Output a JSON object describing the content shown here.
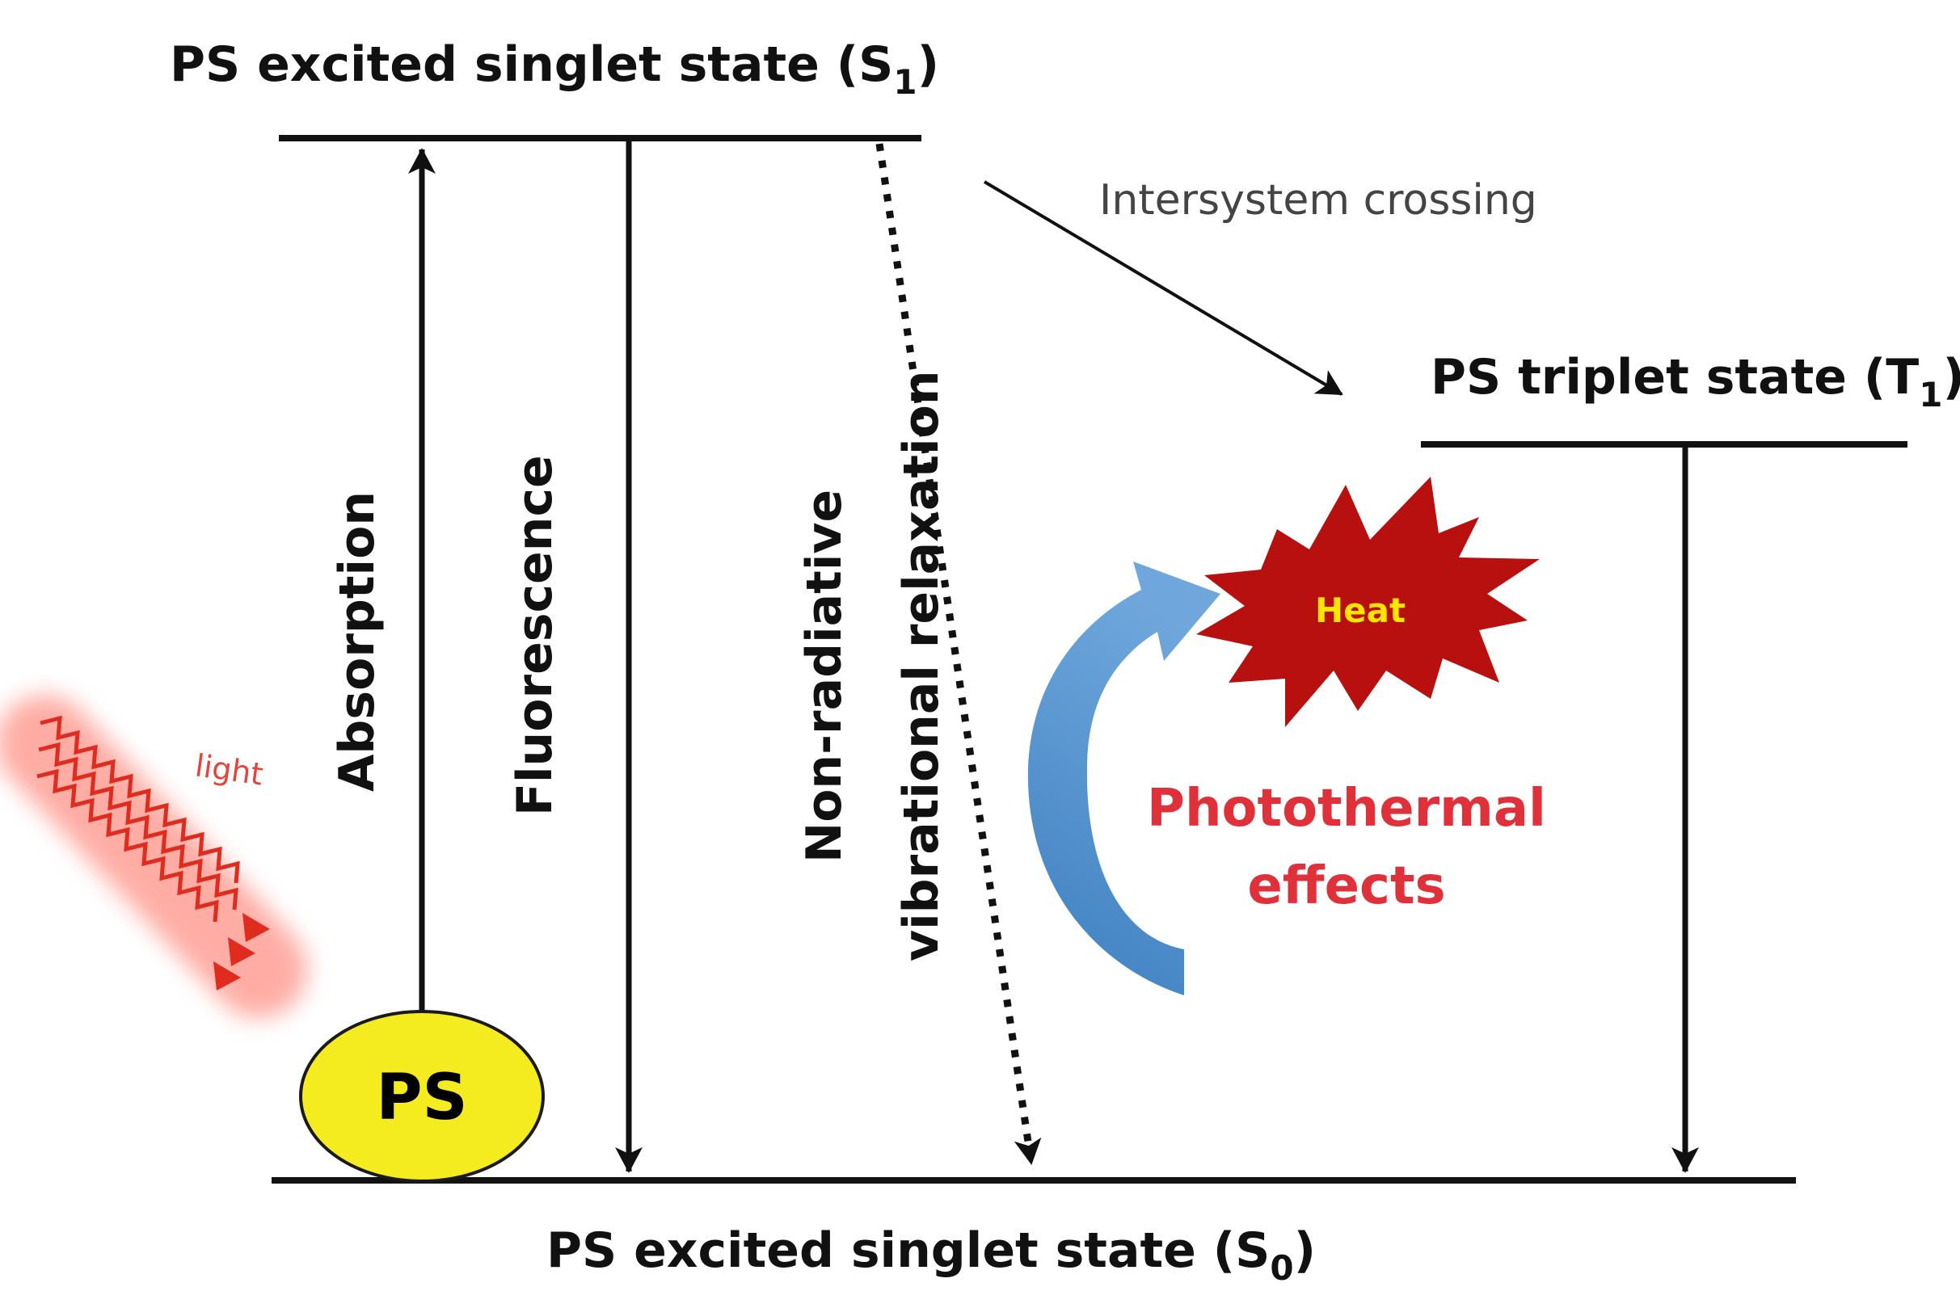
{
  "labels": {
    "s1_prefix": "PS excited singlet state (S",
    "s1_sub": "1",
    "s1_suffix": ")",
    "s0_prefix": "PS excited singlet state (S",
    "s0_sub": "0",
    "s0_suffix": ")",
    "t1_prefix": "PS triplet state (T",
    "t1_sub": "1",
    "t1_suffix": ")",
    "absorption": "Absorption",
    "fluorescence": "Fluorescence",
    "nonrad_line1": "Non-radiative",
    "nonrad_line2": "vibrational relaxation",
    "intersystem": "Intersystem crossing",
    "light": "light",
    "heat": "Heat",
    "photothermal_line1": "Photothermal",
    "photothermal_line2": "effects",
    "ps": "PS"
  },
  "colors": {
    "text": "#111111",
    "photothermal": "#e0303a",
    "heat_burst": "#b80f0f",
    "heat_text": "#ffe600",
    "ps_fill": "#f5ec1f",
    "curved_arrow": "#5b96cf",
    "light_wave": "#e02b1f"
  },
  "icons": {
    "light_rays": "wavy-light-icon",
    "heat_burst": "explosion-burst-icon",
    "curved_arrow": "curved-arrow-icon"
  }
}
